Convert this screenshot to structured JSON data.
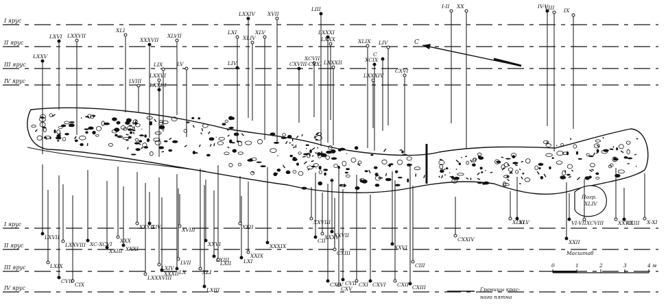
{
  "tiers_top": [
    "I ярус",
    "II ярус",
    "III ярус",
    "IV ярус"
  ],
  "tiers_bottom": [
    "I ярус",
    "II ярус",
    "III ярус",
    "IV ярус"
  ],
  "north": "С",
  "scale": {
    "title": "Масштаб",
    "ticks": [
      "0",
      "1",
      "2",
      "3",
      "4 м"
    ]
  },
  "legend": {
    "line1": "Границы крас-",
    "line2": "ного пятна"
  },
  "pogr_label": "Погр. XLIV",
  "labels_top": [
    "LXVI",
    "LXXVII",
    "XLI",
    "XXXVII",
    "XLVII",
    "LXI",
    "LXXIV",
    "XVII",
    "XLIV",
    "LIII",
    "I-II",
    "XX",
    "IV-V",
    "VIII",
    "IX",
    "LXXV",
    "LIX",
    "LXXVI",
    "LXXIII",
    "LVIII",
    "LV",
    "LIV",
    "XLV",
    "XCVII",
    "LXXXI",
    "LXXX",
    "LXXXII",
    "CXVIII-CXXI",
    "XLIX",
    "LIV",
    "XCIX",
    "LXXXIV",
    "CXVI",
    "C"
  ],
  "labels_bottom": [
    "LXVII",
    "LXXVIII",
    "XC-XCVI",
    "LXIX",
    "CVII",
    "CIX",
    "XXIII",
    "XXX",
    "XXXI",
    "XXXII",
    "XIV",
    "LXIV",
    "XXXII",
    "LXXXVIII",
    "XLI",
    "LVII",
    "LX",
    "XVIII",
    "XXVI",
    "LXII",
    "LXIII",
    "XLI",
    "LXIII",
    "XXII",
    "LXI",
    "XXIX",
    "XXXIX",
    "XXVIII",
    "CII",
    "XXXV",
    "XXVII",
    "CXIII",
    "CXIV",
    "CXV",
    "CVII",
    "CXI",
    "CXVI",
    "CXII",
    "CXIII",
    "CIII",
    "XXVI",
    "XLVI",
    "XLV",
    "CXXIV",
    "XXII",
    "XXVII",
    "XXIII",
    "X-XI",
    "VI-VII",
    "XCVIII"
  ]
}
